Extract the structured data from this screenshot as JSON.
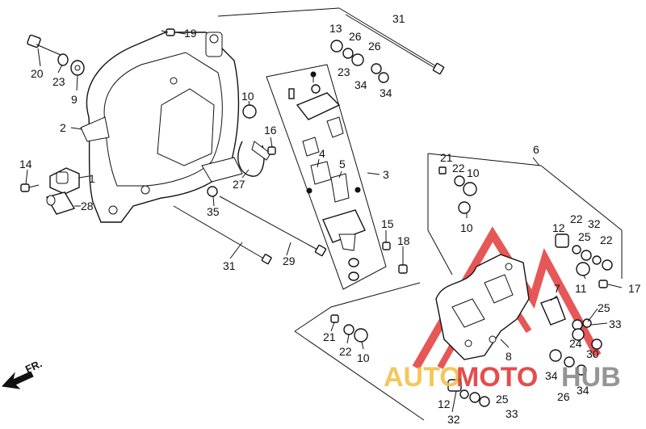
{
  "callouts": {
    "c1": "1",
    "c2": "2",
    "c3": "3",
    "c4": "4",
    "c5": "5",
    "c6": "6",
    "c7": "7",
    "c8": "8",
    "c9": "9",
    "c10a": "10",
    "c10b": "10",
    "c10c": "10",
    "c10d": "10",
    "c11": "11",
    "c12a": "12",
    "c12b": "12",
    "c13": "13",
    "c14": "14",
    "c15": "15",
    "c16": "16",
    "c17": "17",
    "c18": "18",
    "c19": "19",
    "c20": "20",
    "c21a": "21",
    "c21b": "21",
    "c22a": "22",
    "c22b": "22",
    "c22c": "22",
    "c22d": "22",
    "c23a": "23",
    "c23b": "23",
    "c24": "24",
    "c25a": "25",
    "c25b": "25",
    "c25c": "25",
    "c26a": "26",
    "c26b": "26",
    "c26c": "26",
    "c27": "27",
    "c28": "28",
    "c29": "29",
    "c30": "30",
    "c31a": "31",
    "c31b": "31",
    "c32a": "32",
    "c32b": "32",
    "c33a": "33",
    "c33b": "33",
    "c34a": "34",
    "c34b": "34",
    "c34c": "34",
    "c34d": "34",
    "c35": "35"
  },
  "direction_marker": "FR.",
  "watermark": {
    "text_a": "AUTO",
    "text_b": "MOTO",
    "text_c": "HUB",
    "color_a": "#f2c24a",
    "color_b": "#e23a3a",
    "color_c": "#8a8a8a"
  }
}
